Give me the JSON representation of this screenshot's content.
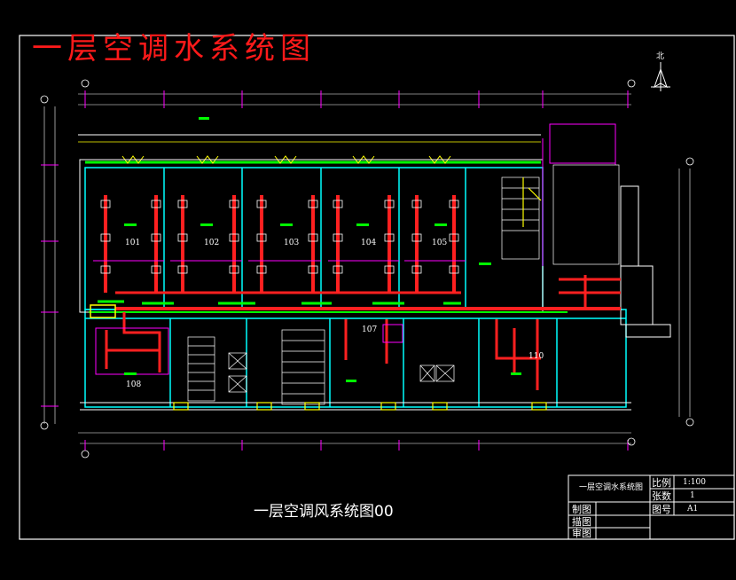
{
  "red_title": "一层空调水系统图",
  "drawing_title": "一层空调风系统图00",
  "north_label": "北",
  "rooms": [
    "101",
    "102",
    "103",
    "104",
    "105",
    "107",
    "108",
    "110"
  ],
  "title_block": {
    "drawing_name": "一层空调水系统图",
    "scale_label": "比例",
    "scale_value": "1:100",
    "sheets_label": "张数",
    "sheets_value": "1",
    "number_label": "图号",
    "number_value": "A1",
    "drawn_label": "制图",
    "design_label": "描图",
    "review_label": "审图"
  },
  "colors": {
    "background": "#000000",
    "duct": "#ff2020",
    "wall": "#00ffff",
    "pipe": "#00ff00",
    "frame": "#ffffff",
    "partition": "#ff00ff",
    "stair": "#ffff00"
  }
}
